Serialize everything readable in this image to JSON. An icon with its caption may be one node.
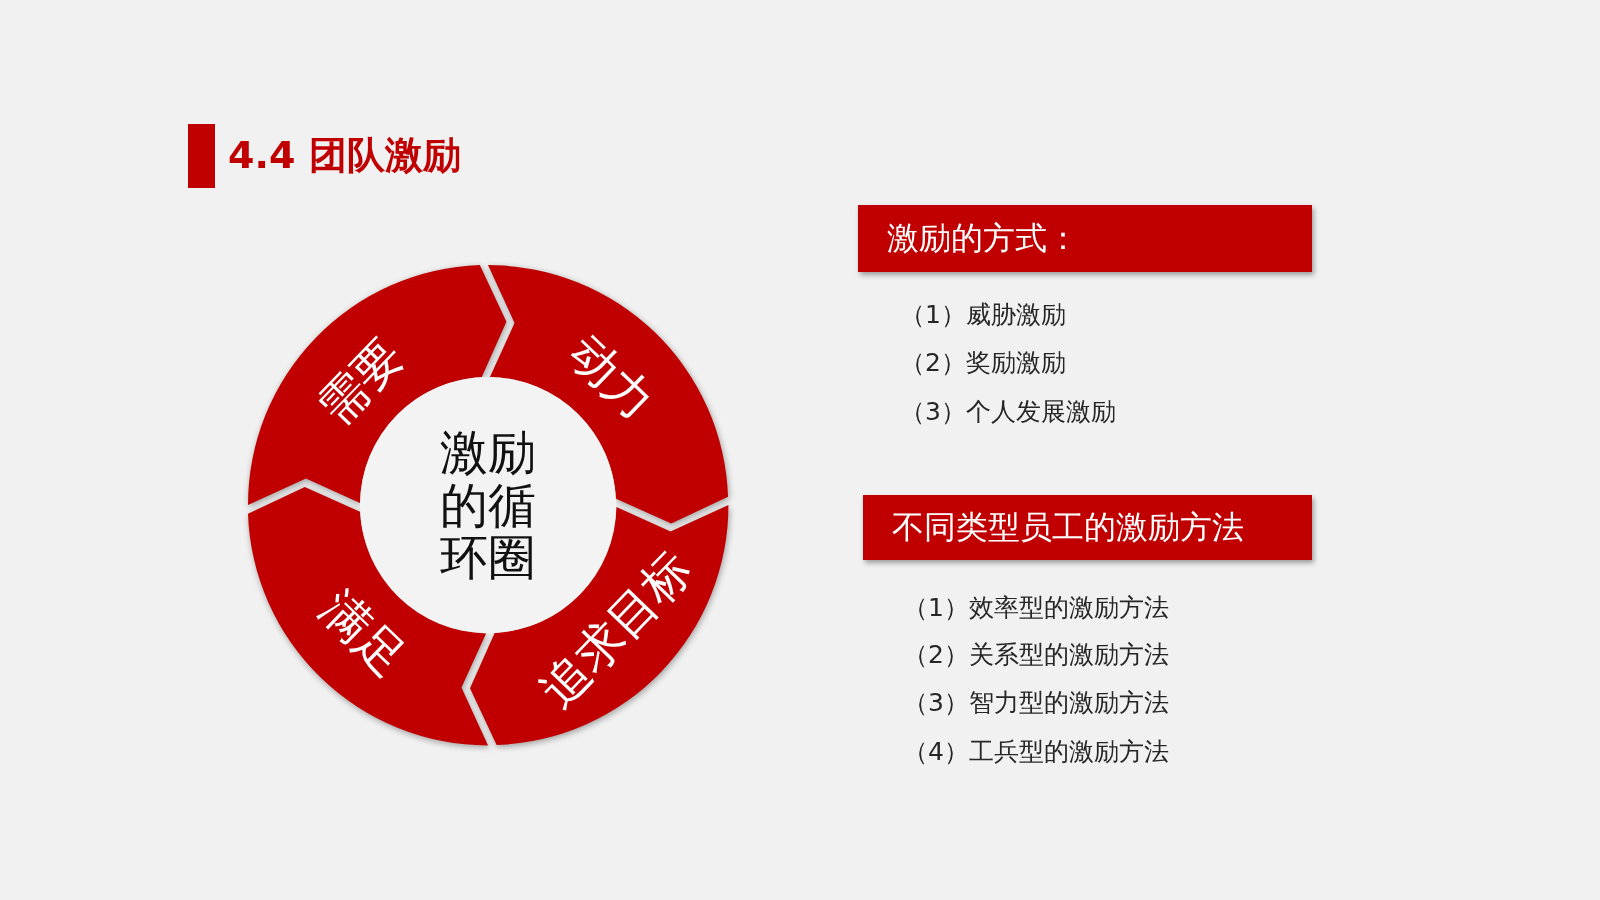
{
  "diagram": {
    "title": "4.4 团队激励",
    "nodes": [
      {
        "text": [
          "需要"
        ]
      },
      {
        "text": [
          "动力"
        ]
      },
      {
        "text": [
          "追求目标"
        ]
      },
      {
        "text": [
          "满足"
        ]
      },
      {
        "text": [
          "激励的循环圈"
        ]
      },
      {
        "text": [
          "激励的方式："
        ]
      },
      {
        "text": [
          "不同类型员工的激励方法"
        ]
      }
    ],
    "labels": [
      "（1）威胁激励",
      "（2）奖励激励",
      "（3）个人发展激励",
      "（1）效率型的激励方法",
      "（2）关系型的激励方法",
      "（3）智力型的激励方法",
      "（4）工兵型的激励方法"
    ]
  }
}
